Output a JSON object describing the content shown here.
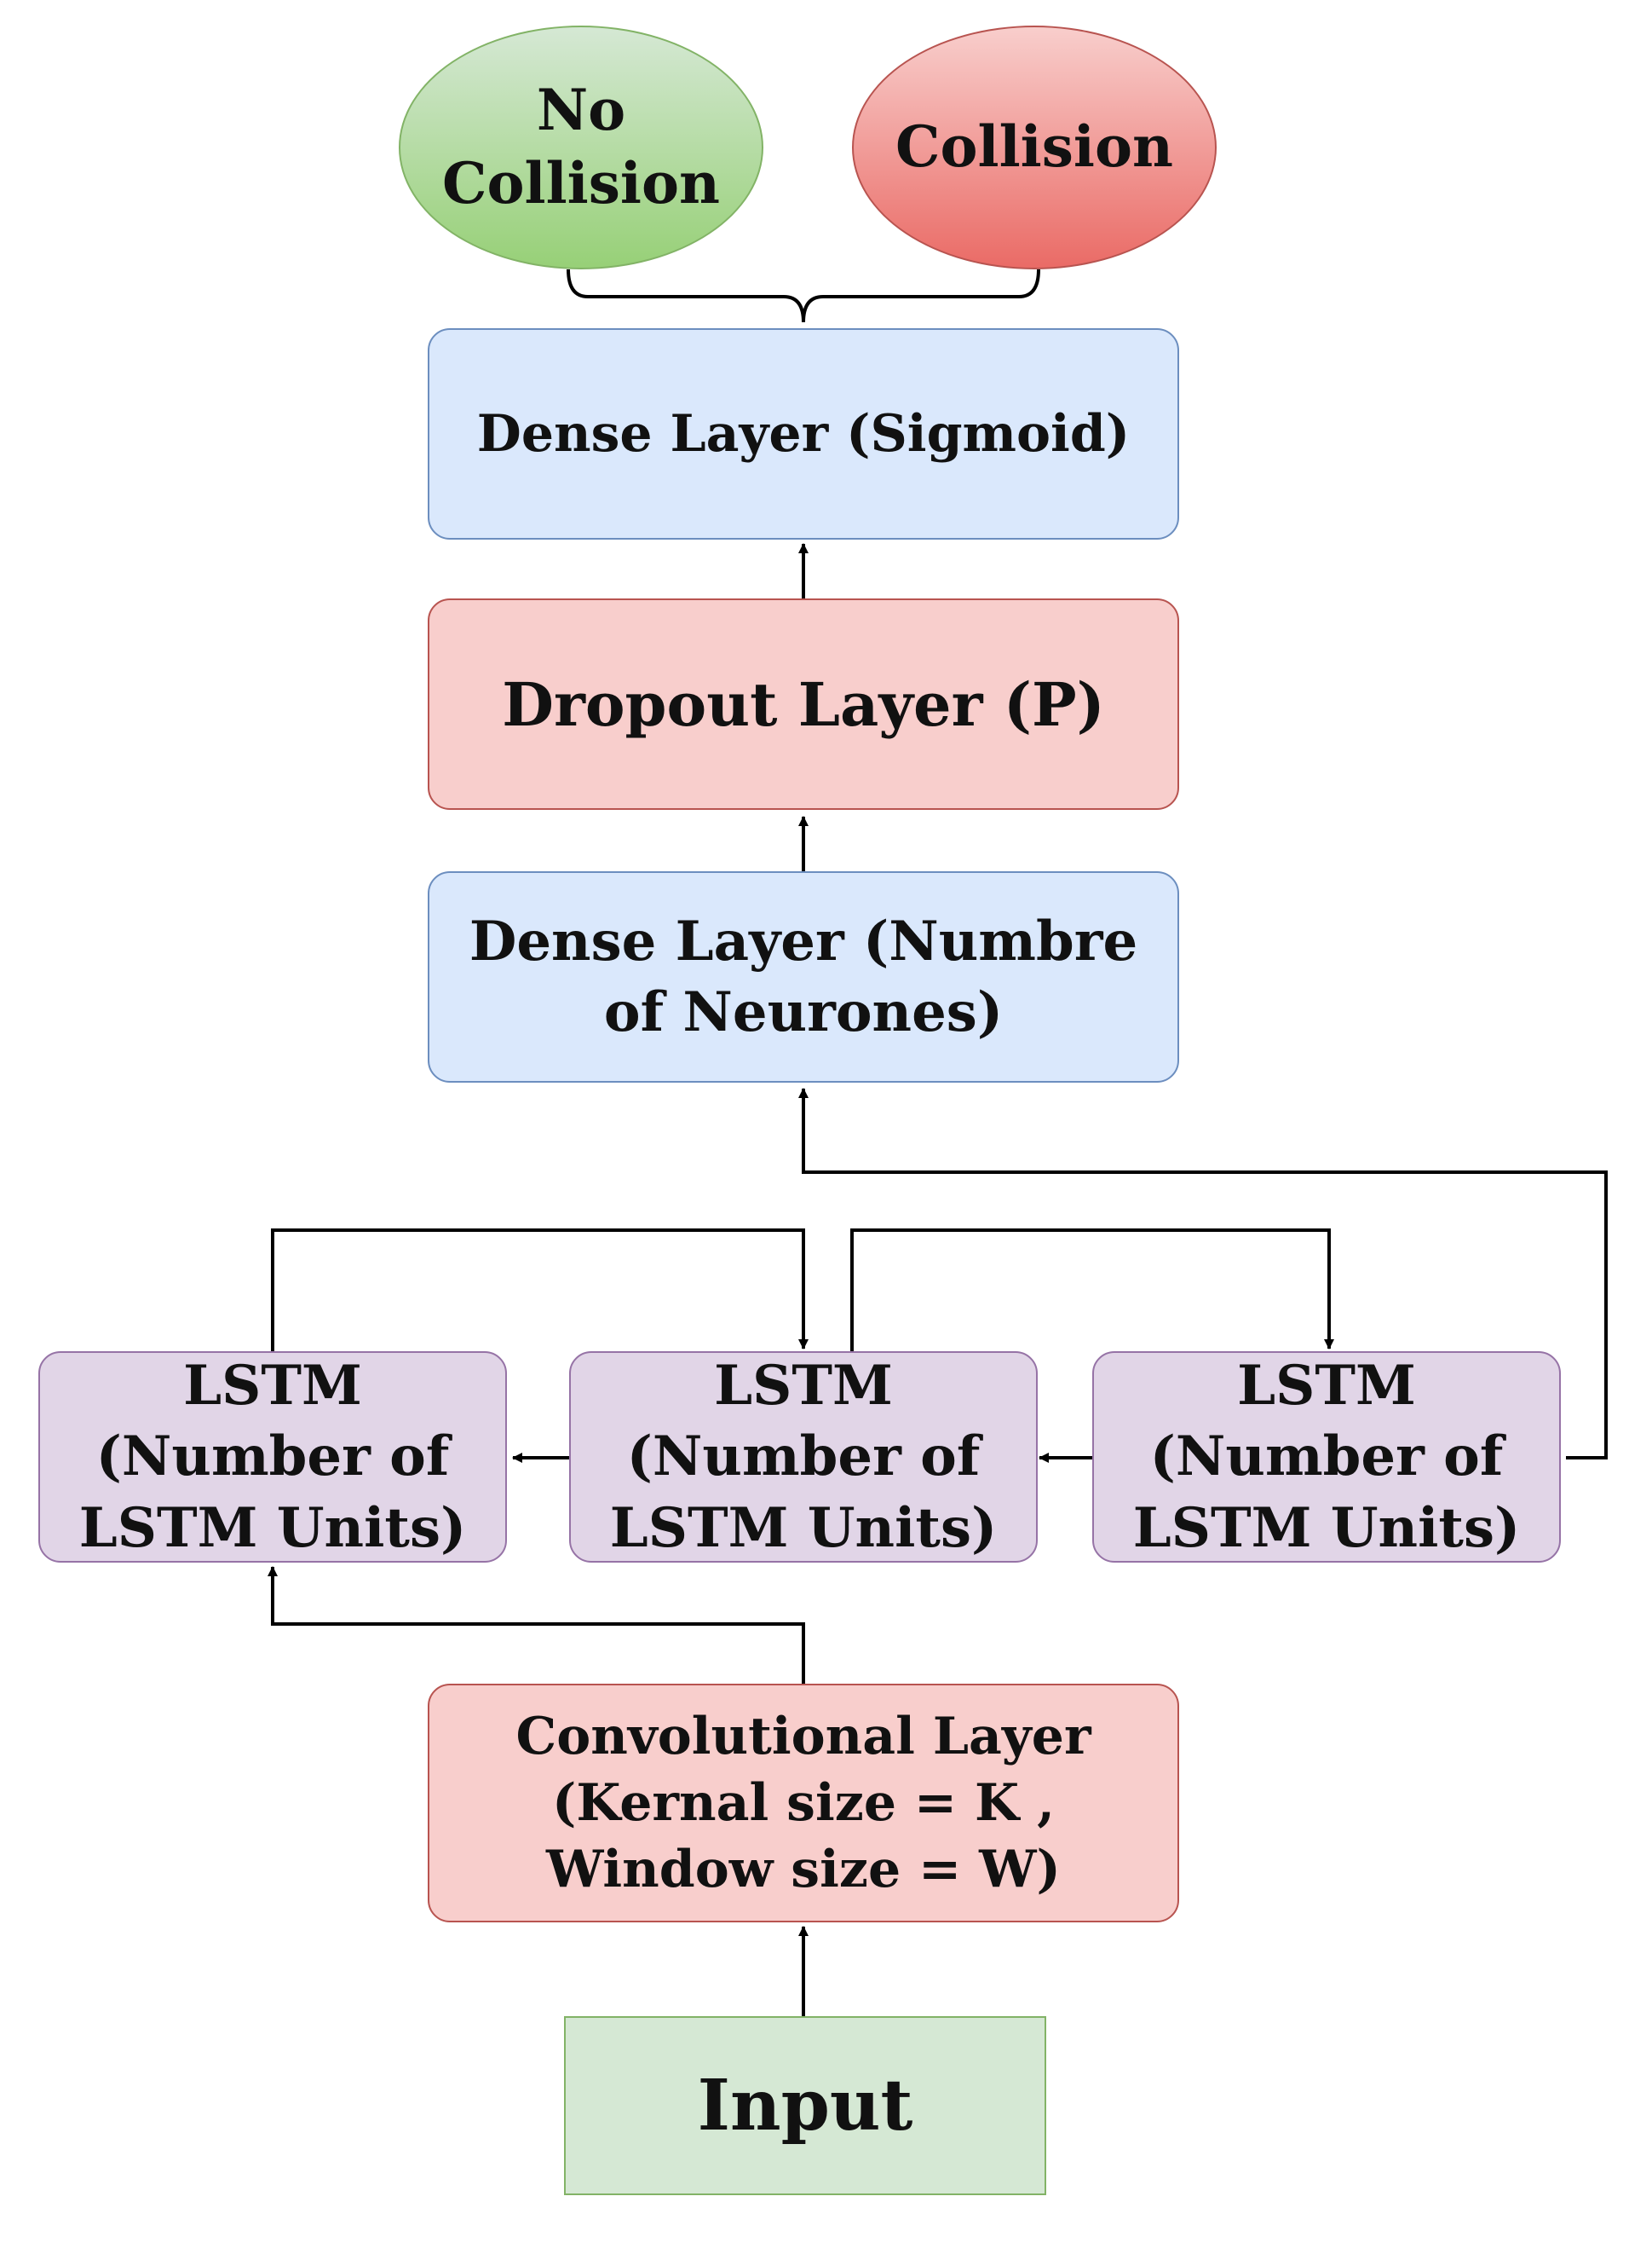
{
  "outputs": {
    "no_collision": "No Collision",
    "collision": "Collision"
  },
  "layers": {
    "dense_sigmoid": "Dense Layer (Sigmoid)",
    "dropout": "Dropout Layer (P)",
    "dense_neurons": "Dense Layer (Numbre of Neurones)",
    "lstm": [
      {
        "label": "LSTM (Number of LSTM Units)"
      },
      {
        "label": "LSTM (Number of LSTM Units)"
      },
      {
        "label": "LSTM (Number of LSTM Units)"
      }
    ],
    "conv": "Convolutional Layer (Kernal size = K , Window size = W)",
    "input": "Input"
  }
}
